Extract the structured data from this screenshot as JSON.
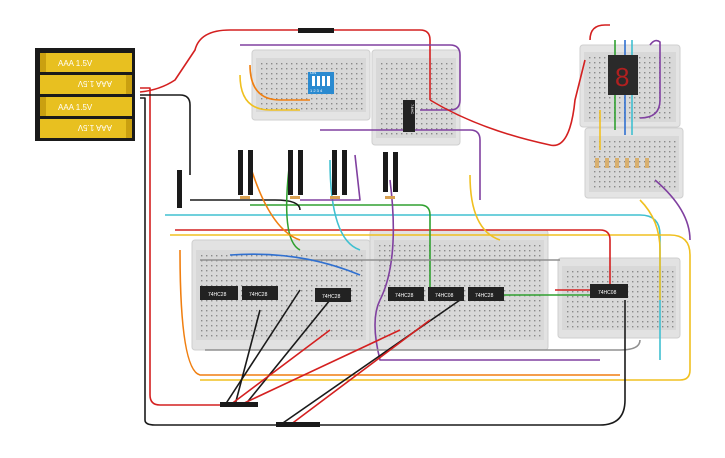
{
  "battery_pack": {
    "cells": [
      {
        "label": "AAA 1.5V",
        "flipped": false
      },
      {
        "label": "AAA 1.5V",
        "flipped": true
      },
      {
        "label": "AAA 1.5V",
        "flipped": false
      },
      {
        "label": "AAA 1.5V",
        "flipped": true
      }
    ]
  },
  "chips": [
    {
      "id": "chip-1",
      "label": "74HC28"
    },
    {
      "id": "chip-2",
      "label": "74HC28"
    },
    {
      "id": "chip-3",
      "label": "74HC28"
    },
    {
      "id": "chip-4",
      "label": "74HC28"
    },
    {
      "id": "chip-5",
      "label": "74HC08"
    },
    {
      "id": "chip-6",
      "label": "74HC28"
    },
    {
      "id": "chip-7",
      "label": "74HC08"
    },
    {
      "id": "chip-8",
      "label": "74HC"
    }
  ],
  "dip_switch": {
    "label": "ON",
    "numbers": "1 2 3 4"
  },
  "seven_segment": {
    "digit": "8"
  },
  "wire_colors": {
    "red": "#d42020",
    "black": "#1a1a1a",
    "yellow": "#f0c020",
    "orange": "#f07f10",
    "green": "#30a030",
    "blue": "#3070d0",
    "cyan": "#40c0d0",
    "purple": "#8040a0",
    "gray": "#909090"
  }
}
